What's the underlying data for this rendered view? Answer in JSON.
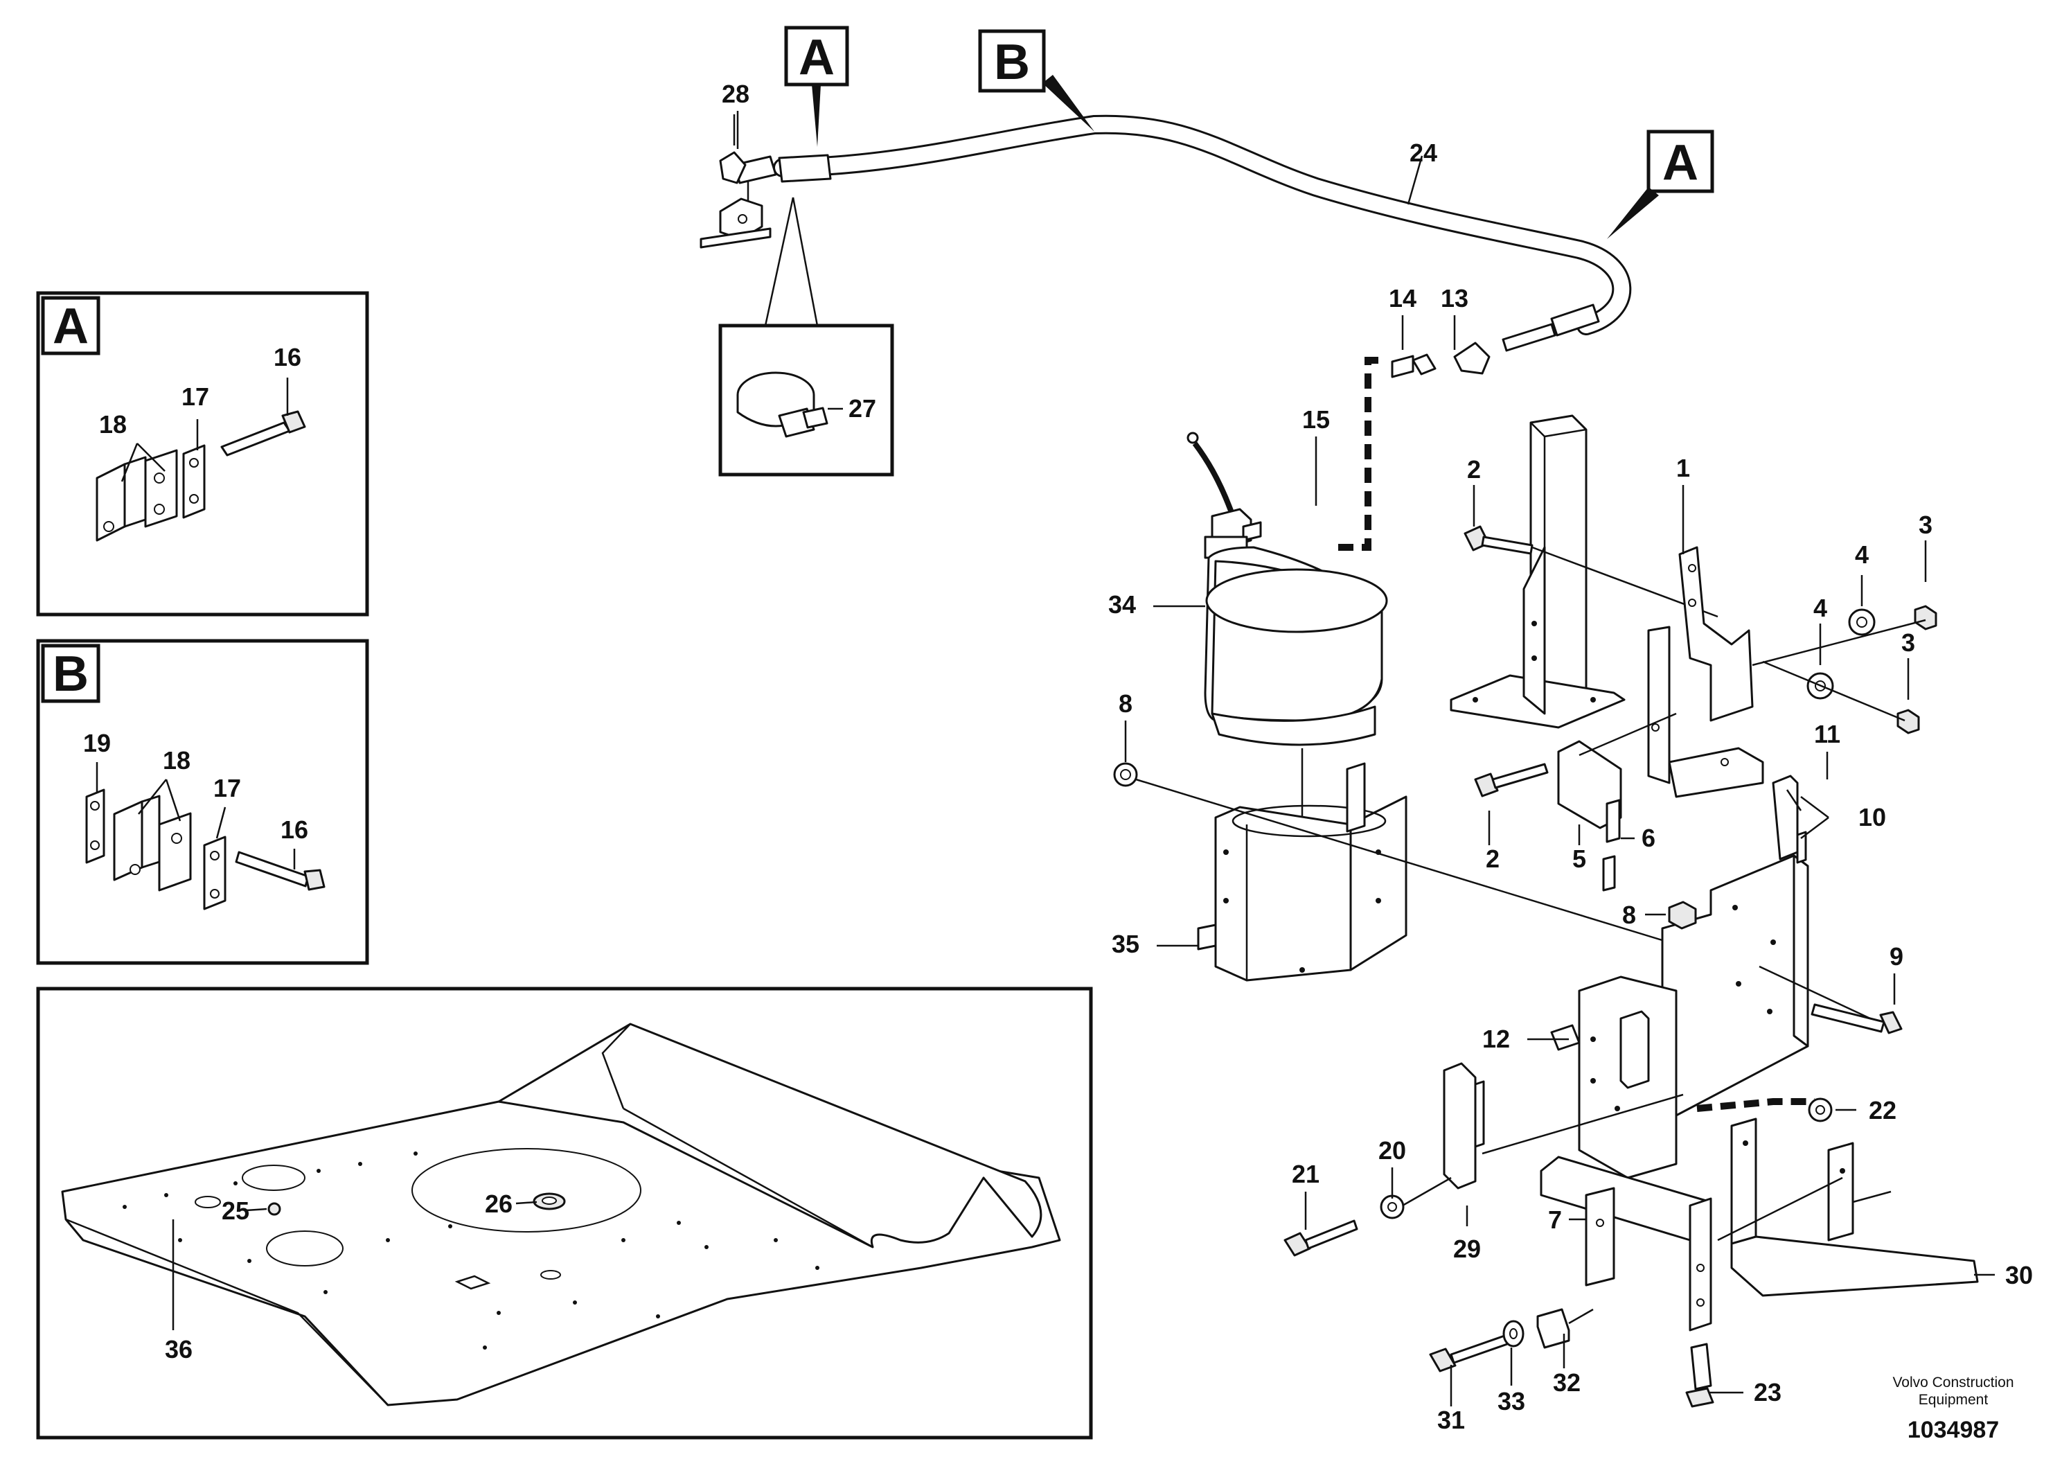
{
  "callouts": {
    "c1": "1",
    "c2a": "2",
    "c2b": "2",
    "c3a": "3",
    "c3b": "3",
    "c4a": "4",
    "c4b": "4",
    "c5": "5",
    "c6": "6",
    "c7": "7",
    "c8a": "8",
    "c8b": "8",
    "c9": "9",
    "c10": "10",
    "c11": "11",
    "c12": "12",
    "c13": "13",
    "c14": "14",
    "c15": "15",
    "c16a": "16",
    "c16b": "16",
    "c17a": "17",
    "c17b": "17",
    "c18a": "18",
    "c18b": "18",
    "c19": "19",
    "c20": "20",
    "c21": "21",
    "c22": "22",
    "c23": "23",
    "c24": "24",
    "c25": "25",
    "c26": "26",
    "c27": "27",
    "c28": "28",
    "c29": "29",
    "c30": "30",
    "c31": "31",
    "c32": "32",
    "c33": "33",
    "c34": "34",
    "c35": "35",
    "c36": "36"
  },
  "view_labels": {
    "A_top_left": "A",
    "A_top_right": "A",
    "B_top": "B",
    "A_box": "A",
    "B_box": "B"
  },
  "credit": {
    "line1": "Volvo Construction",
    "line2": "Equipment",
    "doc_number": "1034987"
  }
}
